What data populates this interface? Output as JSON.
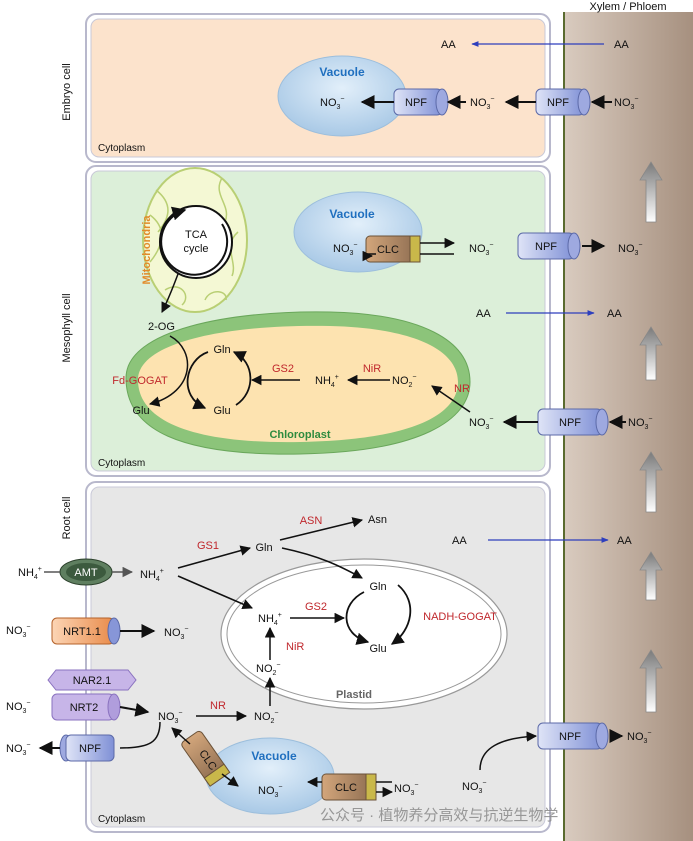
{
  "header": {
    "xylem_phloem": "Xylem / Phloem"
  },
  "cells": {
    "embryo": {
      "name": "Embryo cell",
      "cytoplasm": "Cytoplasm"
    },
    "mesophyll": {
      "name": "Mesophyll cell",
      "cytoplasm": "Cytoplasm"
    },
    "root": {
      "name": "Root  cell",
      "cytoplasm": "Cytoplasm"
    }
  },
  "organelles": {
    "vacuole": "Vacuole",
    "mitochondria": "Mitochondria",
    "chloroplast": "Chloroplast",
    "plastid": "Plastid",
    "tca": [
      "TCA",
      "cycle"
    ]
  },
  "transporters": {
    "npf": "NPF",
    "clc": "CLC",
    "amt": "AMT",
    "nrt11": "NRT1.1",
    "nrt2": "NRT2",
    "nar21": "NAR2.1"
  },
  "molecules": {
    "aa": "AA",
    "no3": "NO",
    "no3_sub": "3",
    "no3_sup": "−",
    "no2": "NO",
    "no2_sub": "2",
    "no2_sup": "−",
    "nh4": "NH",
    "nh4_sub": "4",
    "nh4_sup": "+",
    "gln": "Gln",
    "glu": "Glu",
    "asn": "Asn",
    "og": "2-OG"
  },
  "enzymes": {
    "nr": "NR",
    "nir": "NiR",
    "gs2": "GS2",
    "gs1": "GS1",
    "asn": "ASN",
    "fd_gogat": "Fd-GOGAT",
    "nadh_gogat": "NADH-GOGAT"
  },
  "watermark": "公众号 · 植物养分高效与抗逆生物学",
  "colors": {
    "embryo_bg": "#fce3cc",
    "mesophyll_bg": "#dcefd9",
    "root_bg": "#e7e7e7",
    "vessel": "#b7a294",
    "chloroplast_outer": "#8cc47a",
    "chloroplast_inner": "#fde3b0",
    "vacuole": "#bcd7ee",
    "npf": "#8796d8",
    "clc": "#b5835a",
    "amt": "#3c5a3e",
    "nrt": "#f3a66e",
    "enzyme_red": "#c0282d",
    "aa_arrow": "#2e3fbd"
  }
}
